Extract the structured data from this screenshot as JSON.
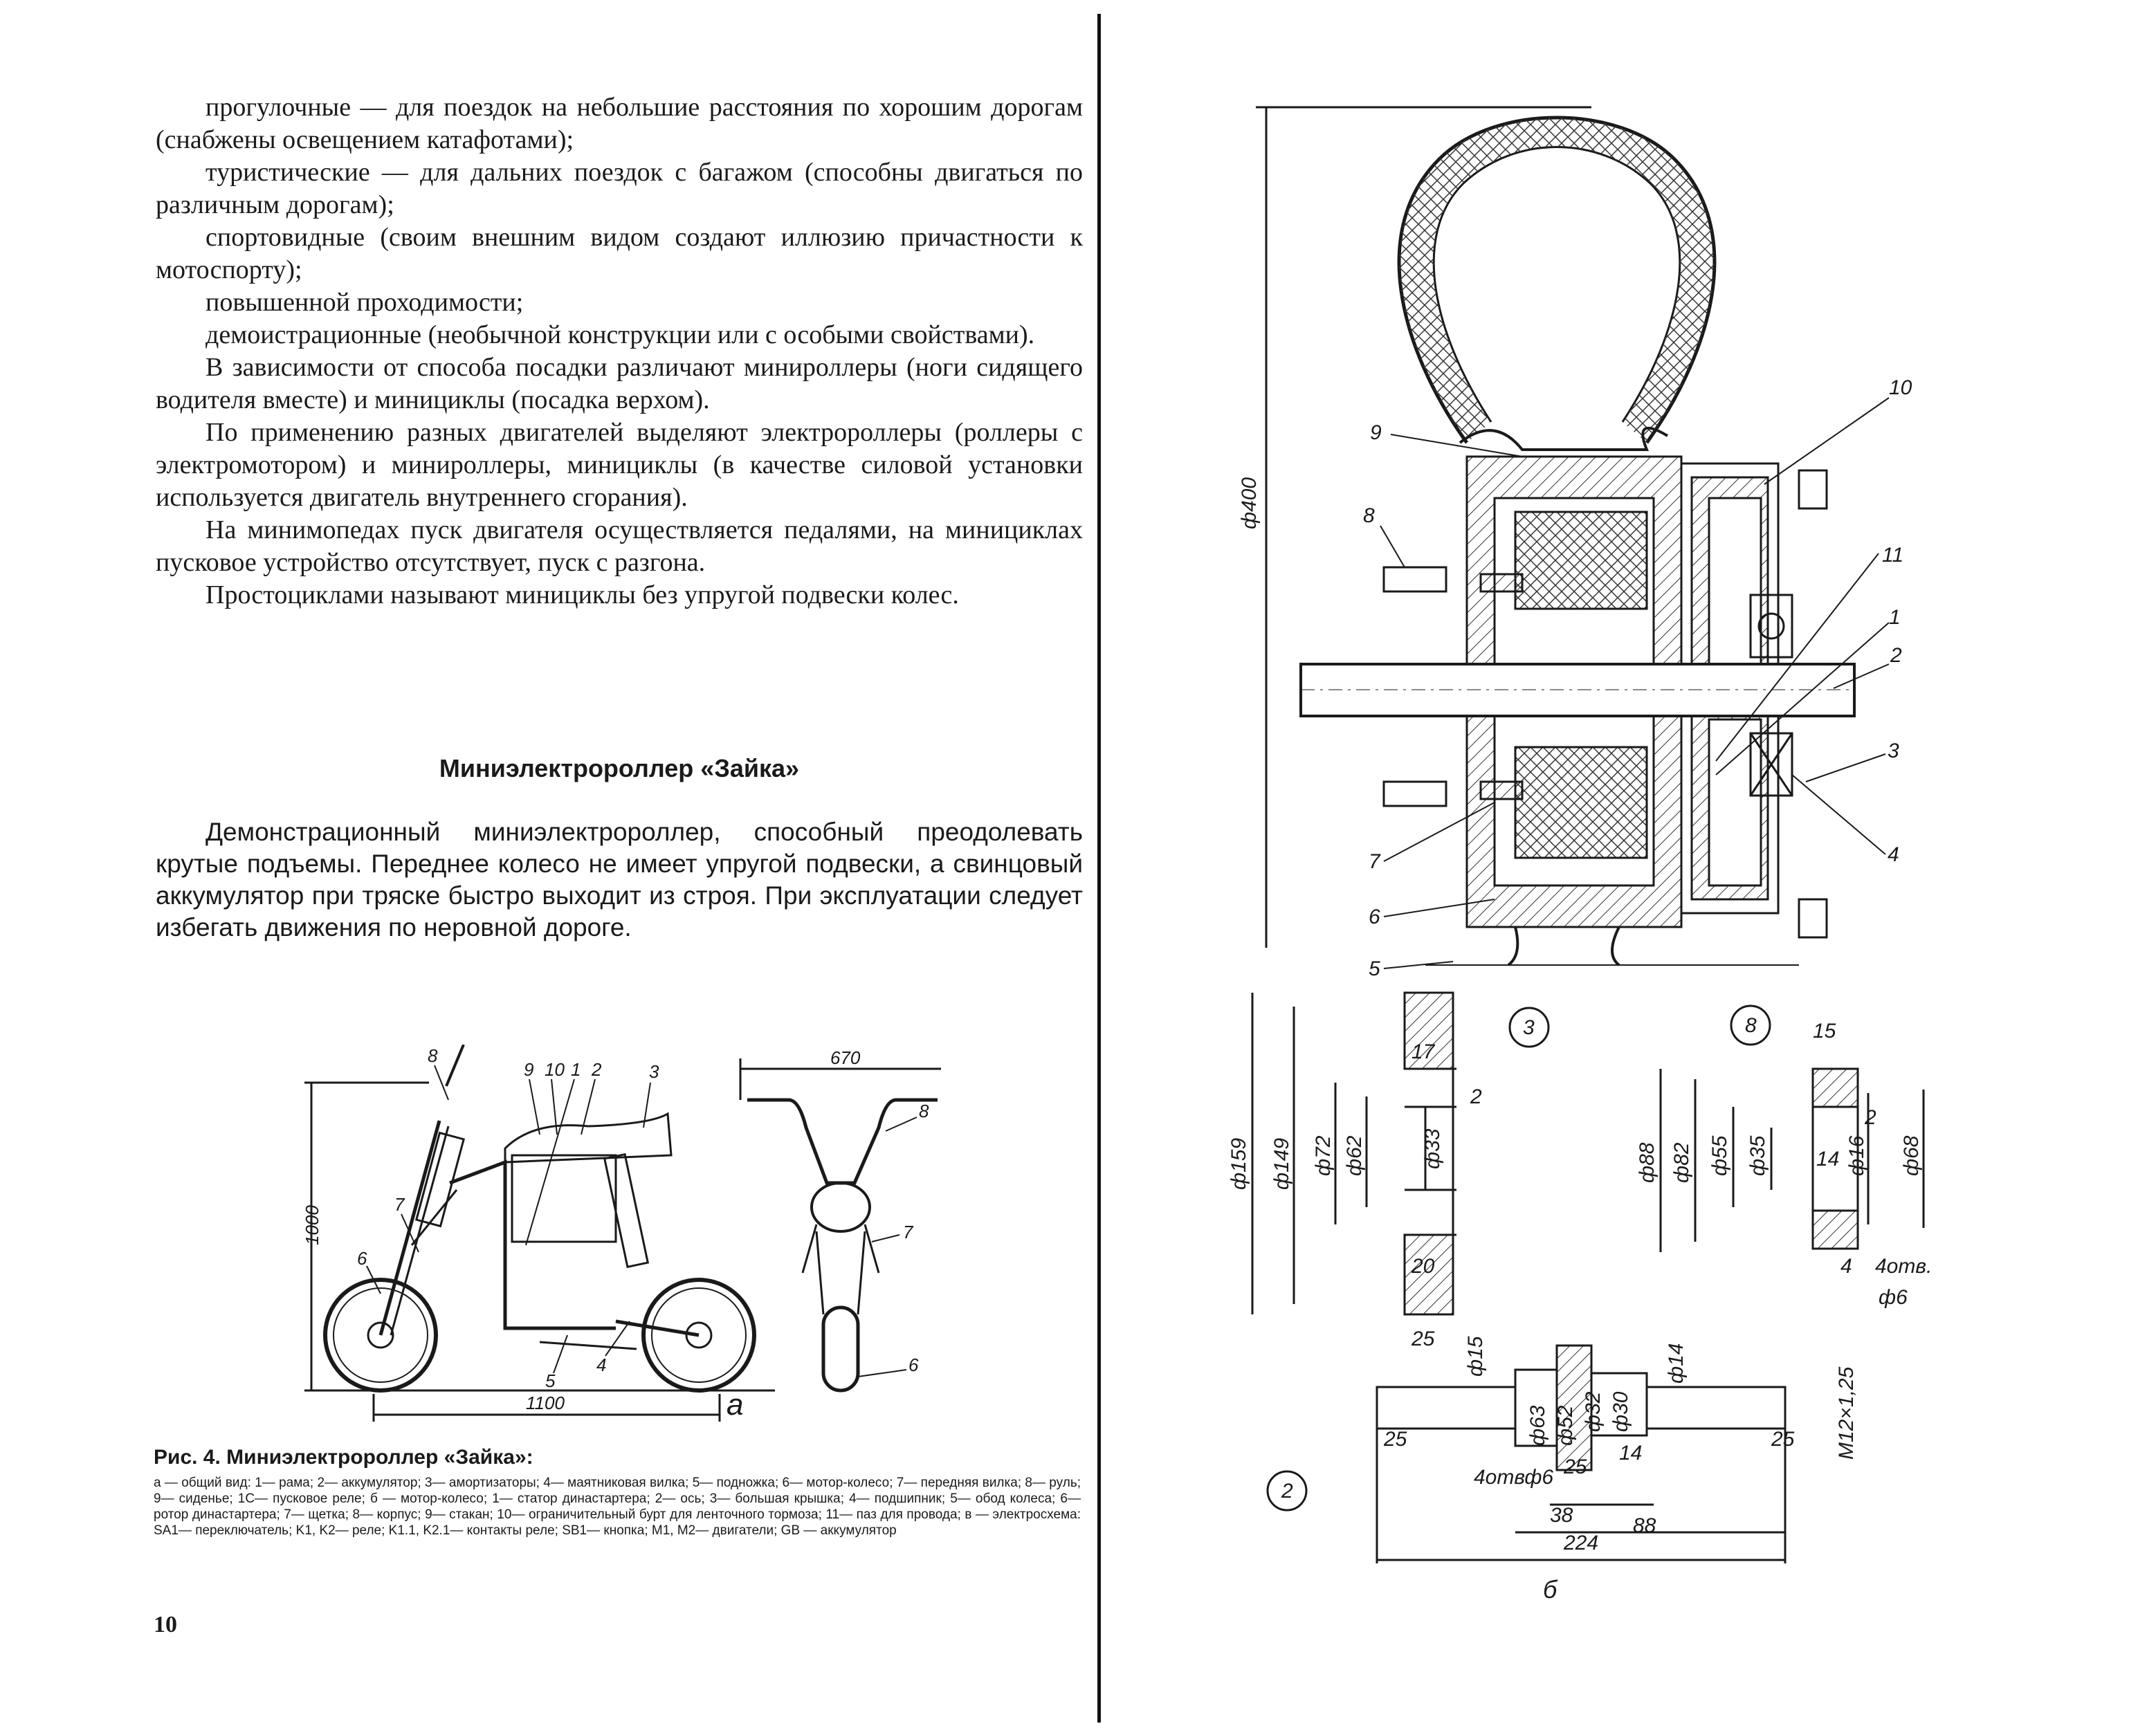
{
  "left_page": {
    "paragraphs": [
      "прогулочные — для поездок на небольшие расстояния по хорошим дорогам (снабжены освещением катафотами);",
      "туристические — для дальних поездок с багажом (способны двигаться по различным дорогам);",
      "спортовидные (своим внешним видом создают иллюзию причастности к мотоспорту);",
      "повышенной проходимости;",
      "демоистрационные (необычной конструкции или с особыми свойствами).",
      "В зависимости от способа посадки различают минироллеры (ноги сидящего водителя вместе) и минициклы (посадка верхом).",
      "По применению разных двигателей выделяют электророллеры (роллеры с электромотором) и минироллеры, минициклы (в качестве силовой установки используется двигатель внутреннего сгорания).",
      "На минимопедах пуск двигателя осуществляется педалями, на минициклах пусковое устройство отсутствует, пуск с разгона.",
      "Простоциклами называют минициклы без упругой подвески колес."
    ],
    "section_heading": "Миниэлектророллер «Зайка»",
    "demo_paragraph": "Демонстрационный миниэлектророллер, способный преодолевать крутые подъемы. Переднее колесо не имеет упругой подвески, а свинцовый аккумулятор при тряске быстро выходит из строя. При эксплуатации следует избегать движения по неровной дороге.",
    "figure": {
      "label_a": "а",
      "dim_height": "1000",
      "dim_length": "1100",
      "dim_width": "670",
      "callouts_side": [
        "8",
        "9",
        "10",
        "1",
        "2",
        "3",
        "7",
        "6",
        "5",
        "4"
      ],
      "callouts_front": [
        "8",
        "7",
        "6"
      ]
    },
    "caption_title": "Рис. 4. Миниэлектророллер «Зайка»:",
    "caption_body": "а — общий вид: 1— рама; 2— аккумулятор; 3— амортизаторы; 4— маятниковая вилка; 5— подножка; 6— мотор-колесо; 7— передняя вилка; 8— руль; 9— сиденье; 1С— пусковое реле; б — мотор-колесо; 1— статор династартера; 2— ось; 3— большая крышка; 4— подшипник; 5— обод колеса; 6— ротор династартера; 7— щетка; 8— корпус; 9— стакан; 10— ограничительный бурт для ленточного тормоза; 11— паз для провода; в — электросхема: SA1— переключатель; K1, K2— реле; K1.1, K2.1— контакты реле; SB1— кнопка; M1, M2— двигатели; GB — аккумулятор",
    "page_number": "10"
  },
  "right_page": {
    "hub_callouts": [
      "9",
      "8",
      "10",
      "11",
      "1",
      "2",
      "3",
      "4",
      "7",
      "6",
      "5"
    ],
    "dim_diameter_400": "ф400",
    "detail_3": {
      "id": "3",
      "dims": [
        "ф159",
        "ф149",
        "ф72",
        "ф62",
        "ф33",
        "17",
        "2",
        "20",
        "25"
      ]
    },
    "detail_8": {
      "id": "8",
      "dims": [
        "15",
        "ф88",
        "ф82",
        "ф55",
        "ф35",
        "14",
        "ф16",
        "ф68",
        "2",
        "4",
        "4отв.",
        "ф6"
      ]
    },
    "detail_2": {
      "id": "2",
      "dims": [
        "ф15",
        "ф63",
        "ф52",
        "ф32",
        "ф30",
        "ф14",
        "M12×1,25",
        "25",
        "4отвф6",
        "25",
        "14",
        "25",
        "38",
        "88",
        "224"
      ]
    },
    "label_b": "б"
  }
}
